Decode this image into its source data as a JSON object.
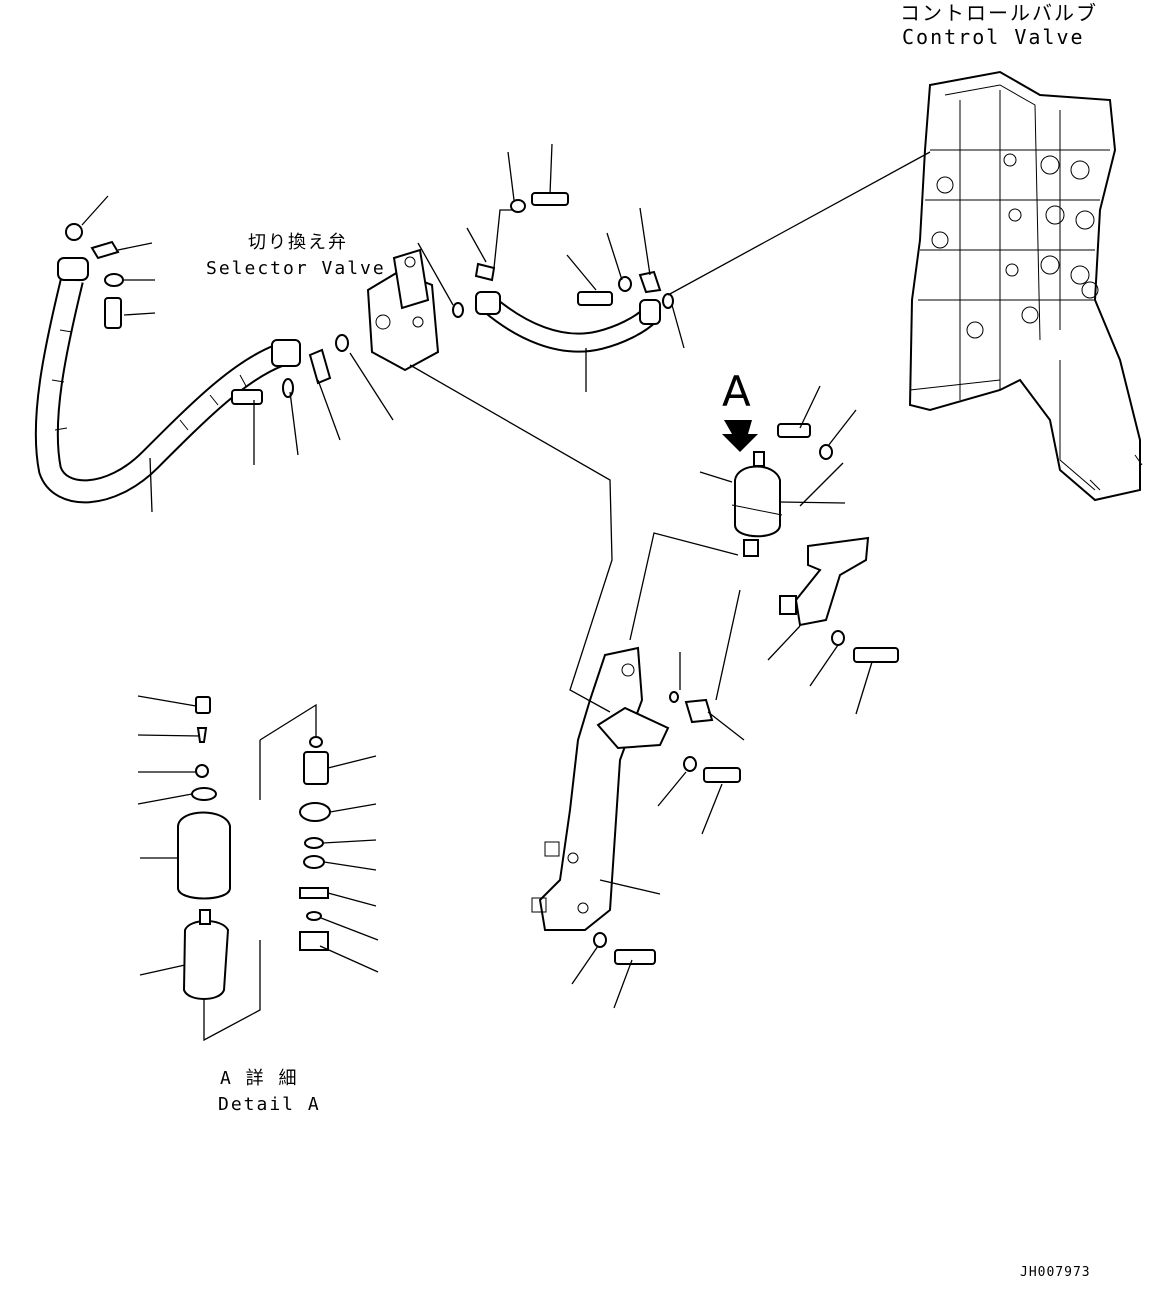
{
  "labels": {
    "control_valve_jp": "コントロールバルブ",
    "control_valve_en": "Control Valve",
    "selector_valve_jp": "切り換え弁",
    "selector_valve_en": "Selector Valve",
    "view_arrow": "A",
    "detail_jp": "A 詳 細",
    "detail_en": "Detail A",
    "drawing_id": "JH007973"
  }
}
